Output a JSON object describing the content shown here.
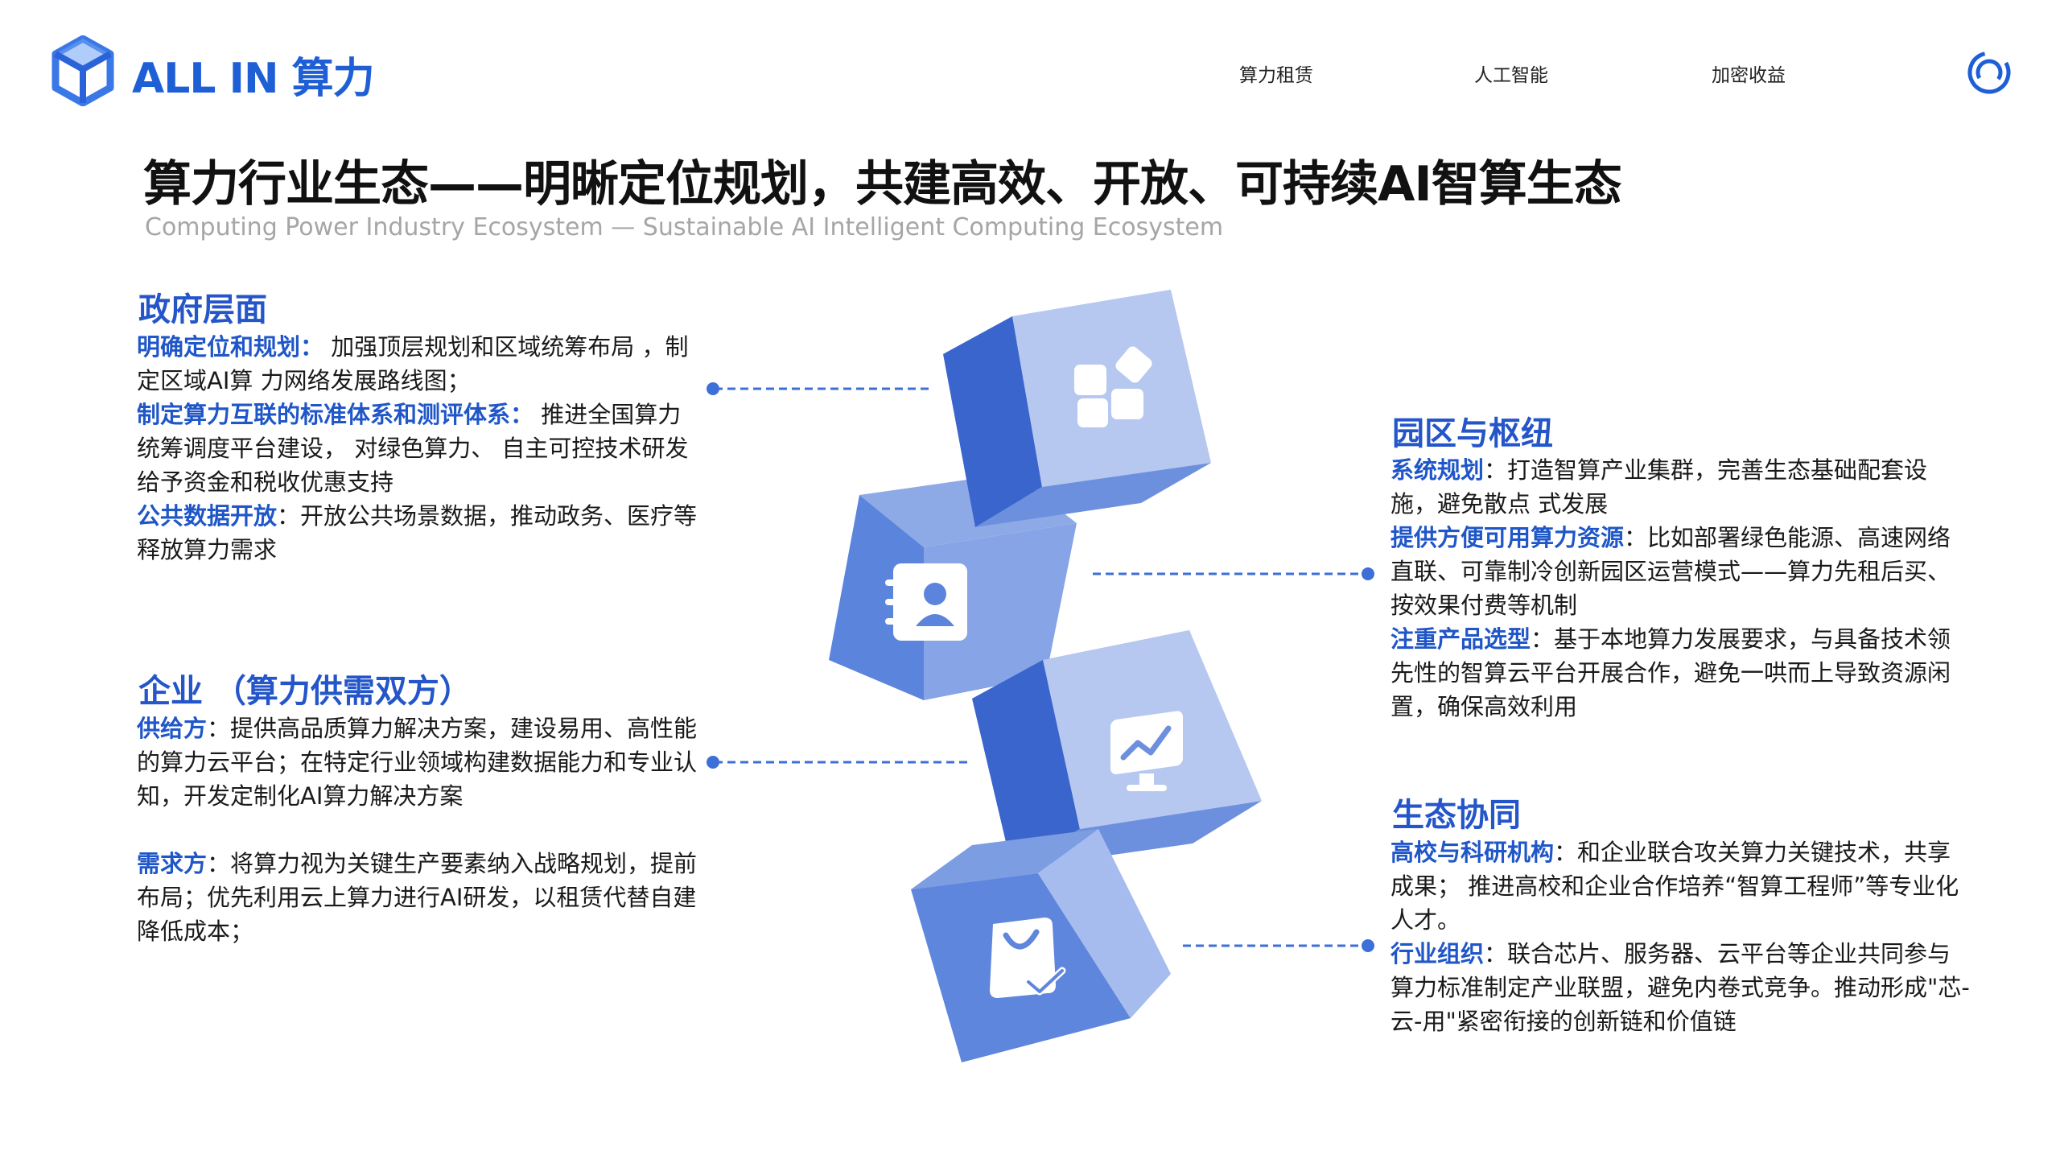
{
  "header": {
    "brand": "ALL IN 算力",
    "nav": [
      "算力租赁",
      "人工智能",
      "加密收益"
    ]
  },
  "title": "算力行业生态——明晰定位规划，共建高效、开放、可持续AI智算生态",
  "subtitle": "Computing Power Industry Ecosystem — Sustainable AI Intelligent Computing Ecosystem",
  "sections": {
    "government": {
      "heading": "政府层面",
      "items": [
        {
          "key": "明确定位和规划：",
          "text": " 加强顶层规划和区域统筹布局 ，制定区域AI算 力网络发展路线图；"
        },
        {
          "key": "制定算力互联的标准体系和测评体系：",
          "text": " 推进全国算力统筹调度平台建设， 对绿色算力、 自主可控技术研发给予资金和税收优惠支持"
        },
        {
          "key": "公共数据开放",
          "text": "：开放公共场景数据，推动政务、医疗等释放算力需求"
        }
      ]
    },
    "enterprise": {
      "heading": "企业 （算力供需双方）",
      "items": [
        {
          "key": "供给方",
          "text": "：提供高品质算力解决方案，建设易用、高性能的算力云平台；在特定行业领域构建数据能力和专业认知，开发定制化AI算力解决方案"
        },
        {
          "key": "需求方",
          "text": "：将算力视为关键生产要素纳入战略规划，提前布局；优先利用云上算力进行AI研发，以租赁代替自建降低成本；"
        }
      ]
    },
    "park": {
      "heading": "园区与枢纽",
      "items": [
        {
          "key": "系统规划",
          "text": "：打造智算产业集群，完善生态基础配套设施，避免散点 式发展"
        },
        {
          "key": "提供方便可用算力资源",
          "text": "：比如部署绿色能源、高速网络直联、可靠制冷创新园区运营模式——算力先租后买、按效果付费等机制"
        },
        {
          "key": "注重产品选型",
          "text": "：基于本地算力发展要求，与具备技术领先性的智算云平台开展合作，避免一哄而上导致资源闲置，确保高效利用"
        }
      ]
    },
    "ecosystem": {
      "heading": "生态协同",
      "items": [
        {
          "key": "高校与科研机构",
          "text": "：和企业联合攻关算力关键技术，共享成果； 推进高校和企业合作培养“智算工程师”等专业化人才。"
        },
        {
          "key": "行业组织",
          "text": "：联合芯片、服务器、云平台等企业共同参与算力标准制定产业联盟，避免内卷式竞争。推动形成\"芯-云-用\"紧密衔接的创新链和价值链"
        }
      ]
    }
  },
  "colors": {
    "brand_blue": "#1f5fd6",
    "heading_blue": "#2456c9",
    "cube_front": "#5b84dc",
    "cube_light": "#9bb6ec",
    "cube_dark": "#3a65cc"
  },
  "icons": [
    "apps-icon",
    "contact-card-icon",
    "chart-monitor-icon",
    "shopping-check-icon"
  ]
}
